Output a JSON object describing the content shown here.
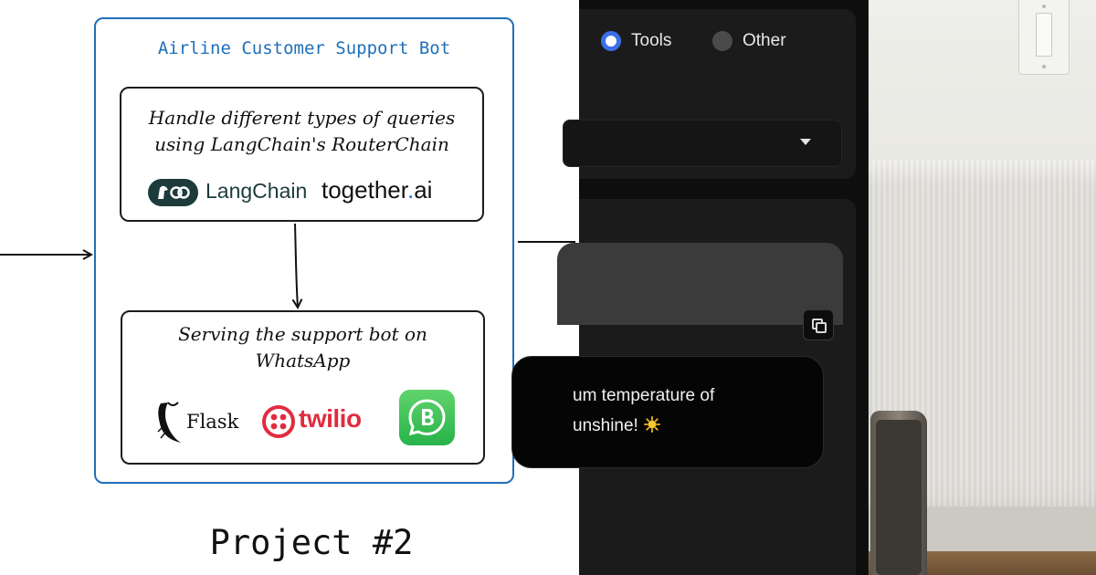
{
  "diagram": {
    "outer_title": "Airline Customer Support Bot",
    "router_box": {
      "line1": "Handle different types of queries",
      "line2": "using LangChain's RouterChain",
      "langchain_label": "LangChain",
      "together_prefix": "together",
      "together_dot": ".",
      "together_suffix": "ai"
    },
    "serving_box": {
      "line1": "Serving the support bot on",
      "line2": "WhatsApp",
      "flask_label": "Flask",
      "twilio_label": "twilio",
      "whatsapp_icon": "whatsapp-business-icon"
    },
    "project_label": "Project #2",
    "colors": {
      "outer_border": "#1f6fb8",
      "langchain": "#1d3b3b",
      "twilio": "#e02c3f",
      "whatsapp": "#27b34a"
    }
  },
  "chat_ui": {
    "radio_options": [
      {
        "label": "Tools",
        "selected": true
      },
      {
        "label": "Other",
        "selected": false
      }
    ],
    "dropdown_icon": "caret-down-icon",
    "copy_icon": "copy-icon",
    "bot_message": {
      "line1": "um temperature of",
      "line2": "unshine!",
      "emoji": "sun-icon"
    },
    "colors": {
      "background": "#0e0e0e",
      "radio_accent": "#3b6fe8"
    }
  },
  "photo": {
    "subject": "light-switch, white pillow, phone"
  }
}
